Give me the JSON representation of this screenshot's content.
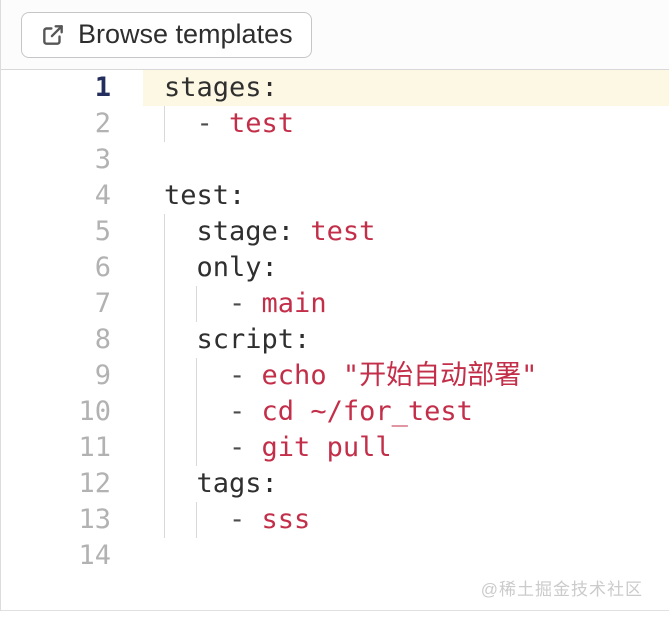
{
  "toolbar": {
    "browse_button": {
      "label": "Browse templates",
      "icon": "external-link-icon"
    }
  },
  "editor": {
    "language": "yaml",
    "active_line": 1,
    "lines": [
      {
        "num": "1",
        "active": true,
        "guides": [],
        "parts": [
          {
            "t": "stages:",
            "c": "key"
          }
        ]
      },
      {
        "num": "2",
        "guides": [
          0
        ],
        "parts": [
          {
            "t": "  ",
            "c": "ws"
          },
          {
            "t": "- ",
            "c": "dash"
          },
          {
            "t": "test",
            "c": "str"
          }
        ]
      },
      {
        "num": "3",
        "guides": [],
        "parts": []
      },
      {
        "num": "4",
        "guides": [],
        "parts": [
          {
            "t": "test:",
            "c": "key"
          }
        ]
      },
      {
        "num": "5",
        "guides": [
          0
        ],
        "parts": [
          {
            "t": "  ",
            "c": "ws"
          },
          {
            "t": "stage: ",
            "c": "key"
          },
          {
            "t": "test",
            "c": "str"
          }
        ]
      },
      {
        "num": "6",
        "guides": [
          0
        ],
        "parts": [
          {
            "t": "  ",
            "c": "ws"
          },
          {
            "t": "only:",
            "c": "key"
          }
        ]
      },
      {
        "num": "7",
        "guides": [
          0,
          2
        ],
        "parts": [
          {
            "t": "    ",
            "c": "ws"
          },
          {
            "t": "- ",
            "c": "dash"
          },
          {
            "t": "main",
            "c": "str"
          }
        ]
      },
      {
        "num": "8",
        "guides": [
          0
        ],
        "parts": [
          {
            "t": "  ",
            "c": "ws"
          },
          {
            "t": "script:",
            "c": "key"
          }
        ]
      },
      {
        "num": "9",
        "guides": [
          0,
          2
        ],
        "parts": [
          {
            "t": "    ",
            "c": "ws"
          },
          {
            "t": "- ",
            "c": "dash"
          },
          {
            "t": "echo \"开始自动部署\"",
            "c": "str"
          }
        ]
      },
      {
        "num": "10",
        "guides": [
          0,
          2
        ],
        "parts": [
          {
            "t": "    ",
            "c": "ws"
          },
          {
            "t": "- ",
            "c": "dash"
          },
          {
            "t": "cd ~/for_test",
            "c": "str"
          }
        ]
      },
      {
        "num": "11",
        "guides": [
          0,
          2
        ],
        "parts": [
          {
            "t": "    ",
            "c": "ws"
          },
          {
            "t": "- ",
            "c": "dash"
          },
          {
            "t": "git pull",
            "c": "str"
          }
        ]
      },
      {
        "num": "12",
        "guides": [
          0
        ],
        "parts": [
          {
            "t": "  ",
            "c": "ws"
          },
          {
            "t": "tags:",
            "c": "key"
          }
        ]
      },
      {
        "num": "13",
        "guides": [
          0,
          2
        ],
        "parts": [
          {
            "t": "    ",
            "c": "ws"
          },
          {
            "t": "- ",
            "c": "dash"
          },
          {
            "t": "sss",
            "c": "str"
          }
        ]
      },
      {
        "num": "14",
        "guides": [],
        "parts": []
      }
    ]
  },
  "watermark": "@稀土掘金技术社区",
  "colors": {
    "string_red": "#c32e49",
    "key_dark": "#2f2f2f",
    "active_line_bg": "#fcf8e3",
    "active_line_number": "#232e5f",
    "line_number_gray": "#b2b2b2",
    "indent_guide": "#d9d9d9",
    "border_gray": "#d8d8d8"
  }
}
